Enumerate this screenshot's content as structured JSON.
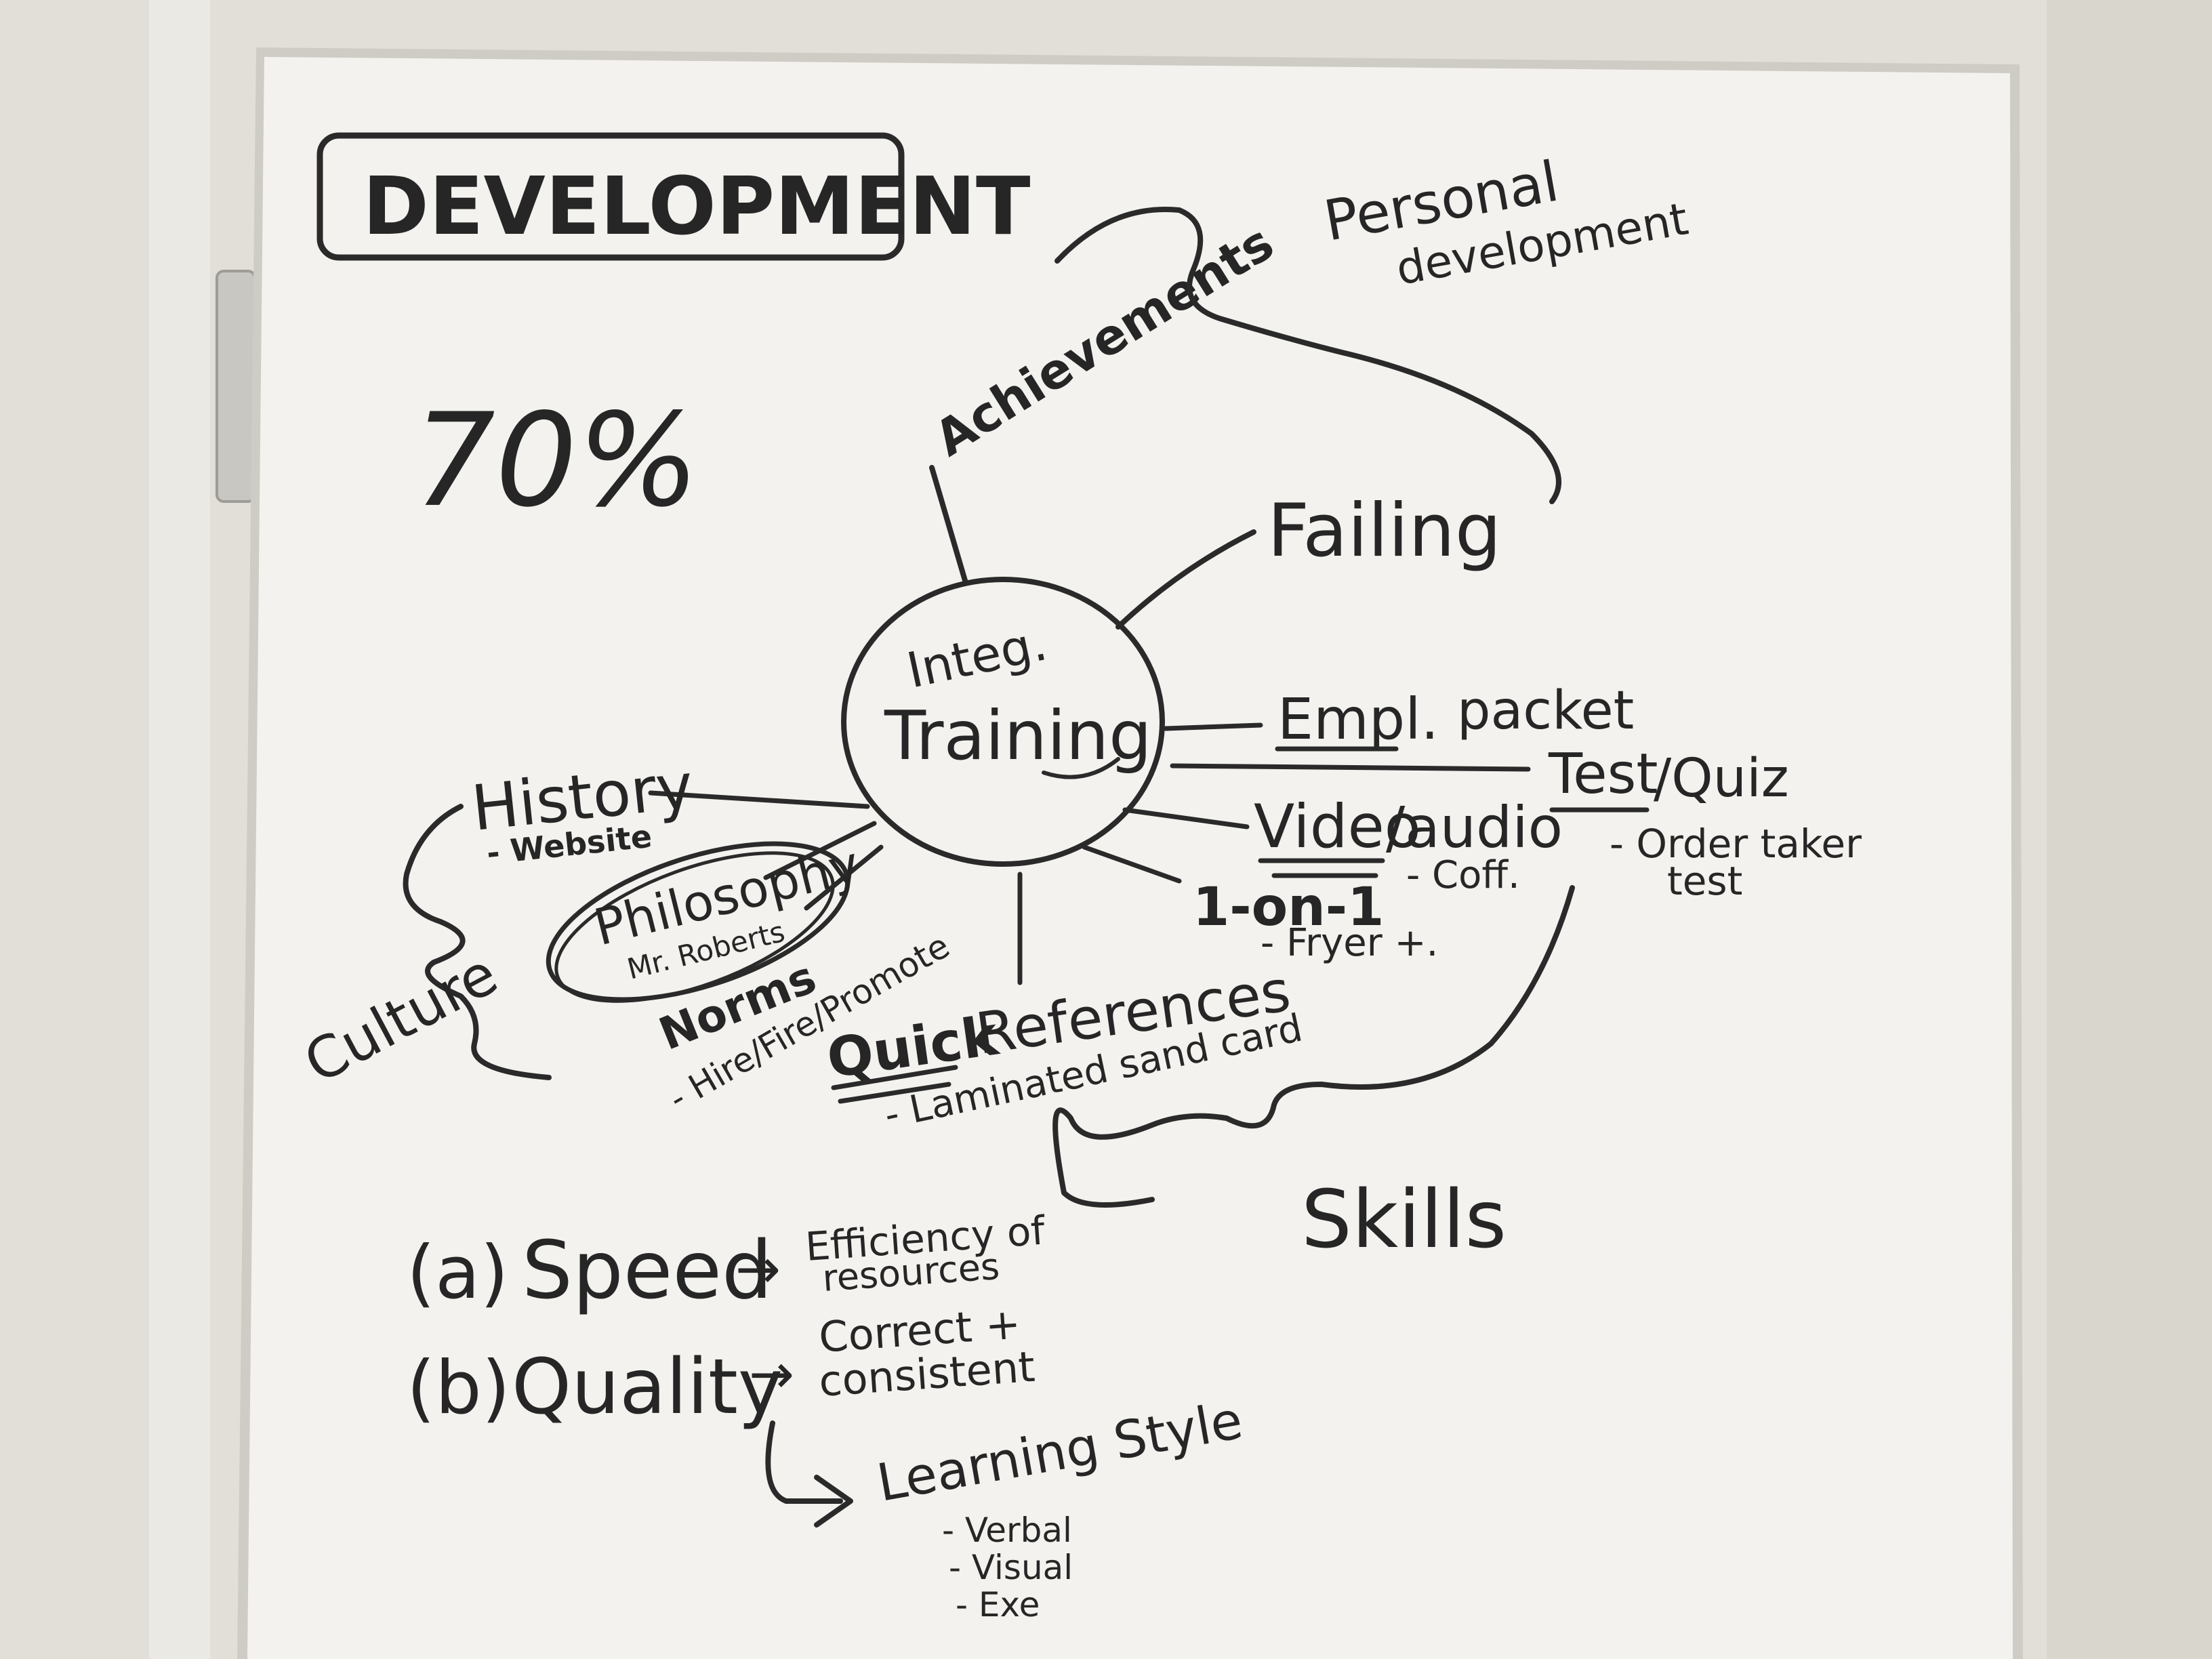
{
  "board": {
    "title": "DEVELOPMENT",
    "percent": "70%",
    "center": {
      "line1": "Integ.",
      "line2": "Training"
    },
    "branches": {
      "achievements": "Achievements",
      "personal_development_line1": "Personal",
      "personal_development_line2": "development",
      "failing": "Failing",
      "empl_packet_underlined": "Empl.",
      "empl_packet_rest": "packet",
      "test_quiz_underlined": "Test",
      "test_quiz_rest": "/Quiz",
      "order_taker_line1": "- Order taker",
      "order_taker_line2": "test",
      "video_audio_underlined": "Video",
      "video_audio_rest": "/audio",
      "video_audio_sub": "- Coff.",
      "one_on_one": "1-on-1",
      "one_on_one_sub": "- Fryer +.",
      "quick_underlined": "Quick",
      "quick_rest": "References",
      "quick_sub": "- Laminated sand card",
      "skills": "Skills",
      "history": "History",
      "history_sub": "- Website",
      "philosophy": "Philosophy",
      "philosophy_sub": "Mr. Roberts",
      "norms": "Norms",
      "norms_sub": "- Hire/Fire/Promote",
      "culture": "Culture"
    },
    "notes": {
      "a_label": "(a)",
      "a_text": "Speed",
      "a_result_line1": "Efficiency of",
      "a_result_line2": "resources",
      "b_label": "(b)",
      "b_text": "Quality",
      "b_result_line1": "Correct +",
      "b_result_line2": "consistent",
      "learning_style": "Learning Style",
      "ls_item1": "- Verbal",
      "ls_item2": "- Visual",
      "ls_item3": "- Exe"
    },
    "arrow": "→"
  },
  "colors": {
    "wall": "#e4e1da",
    "board": "#f2f1ed",
    "frame": "#d2cfc8",
    "marker": "#262626"
  }
}
